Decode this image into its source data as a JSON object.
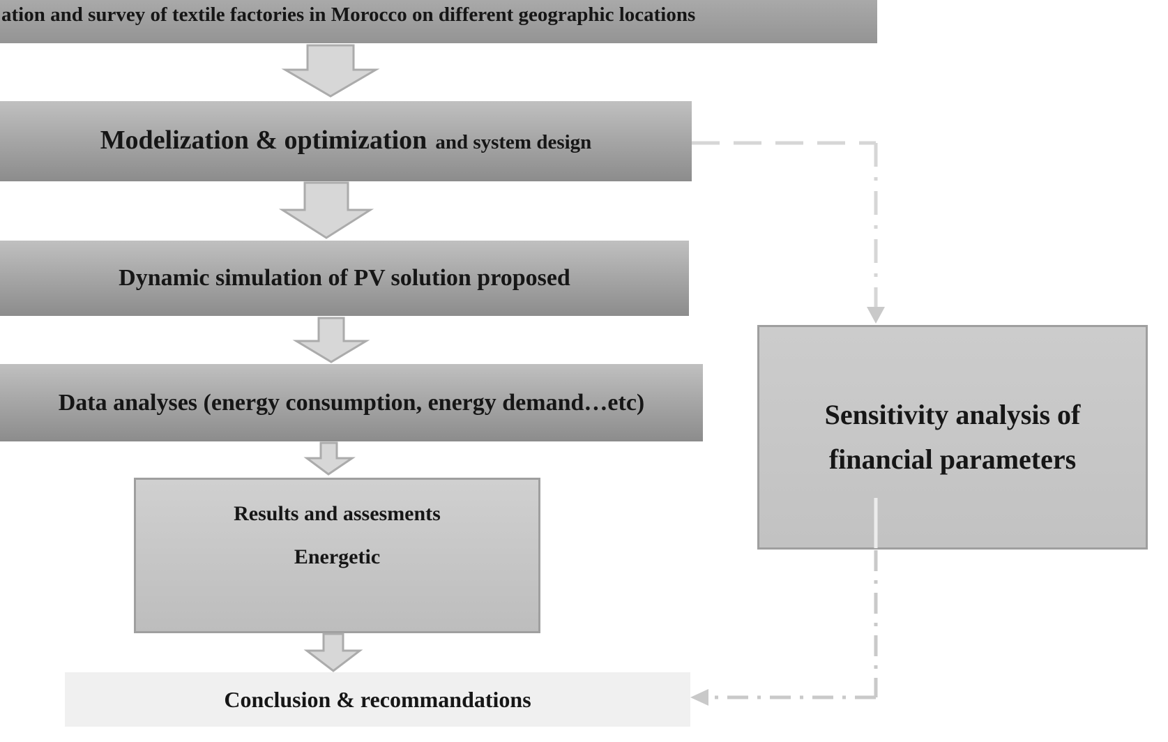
{
  "figure": {
    "type": "flowchart",
    "background": "#ffffff"
  },
  "nodes": {
    "survey": {
      "label": "ation and survey of textile factories in Morocco on different geographic locations"
    },
    "modelization": {
      "label_main": "Modelization & optimization",
      "label_suffix": "and system design"
    },
    "dynamic_simulation": {
      "label": "Dynamic simulation of PV solution proposed"
    },
    "data_analyses": {
      "label": "Data analyses (energy consumption, energy demand…etc)"
    },
    "results": {
      "lines": [
        "Results and assesments",
        "Energetic"
      ]
    },
    "sensitivity": {
      "lines": [
        "Sensitivity analysis of",
        "financial parameters"
      ]
    },
    "conclusion": {
      "label": "Conclusion & recommandations"
    }
  },
  "connectors": {
    "down_arrows_count": 5,
    "dashed_link": "modelization to sensitivity",
    "dashdot_link": "sensitivity to conclusion"
  },
  "colors": {
    "gray_bar_top": "#c0c0c0",
    "gray_bar_mid": "#a8a8a8",
    "gray_bar_bottom": "#8c8c8c",
    "top_bar_top": "#a9a9a9",
    "top_bar_bottom": "#949494",
    "results_fill_top": "#d0d0d0",
    "results_fill_bottom": "#bdbdbd",
    "box_border": "#9f9f9f",
    "sensitivity_fill_top": "#cccccc",
    "sensitivity_fill_bottom": "#c2c2c2",
    "conclusion_fill": "#f0f0f0",
    "arrow_fill": "#d7d7d7",
    "arrow_stroke": "#ababab",
    "connector_line": "#d6d6d6",
    "connector_dark": "#c9c9c9",
    "connector_light": "#ececec",
    "text": "#161616"
  }
}
